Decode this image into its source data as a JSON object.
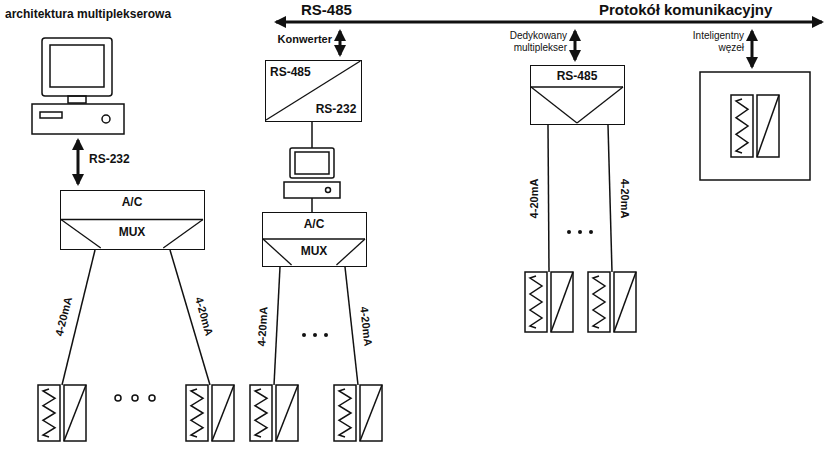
{
  "diagram": {
    "nodes": [
      {
        "text": [
          "A/C",
          "MUX"
        ]
      },
      {
        "text": [
          "RS-485",
          "RS-232"
        ]
      },
      {
        "text": [
          "A/C",
          "MUX"
        ]
      },
      {
        "text": [
          "RS-485"
        ]
      }
    ],
    "labels": [
      "architektura multiplekserowa",
      "RS-485",
      "Protokół komunikacyjny",
      "RS-232",
      "4-20mA",
      "4-20mA",
      "Konwerter",
      "Dedykowany multiplekser",
      "Inteligentny węzeł",
      "4-20mA",
      "4-20mA",
      "4-20mA",
      "4-20mA"
    ]
  }
}
